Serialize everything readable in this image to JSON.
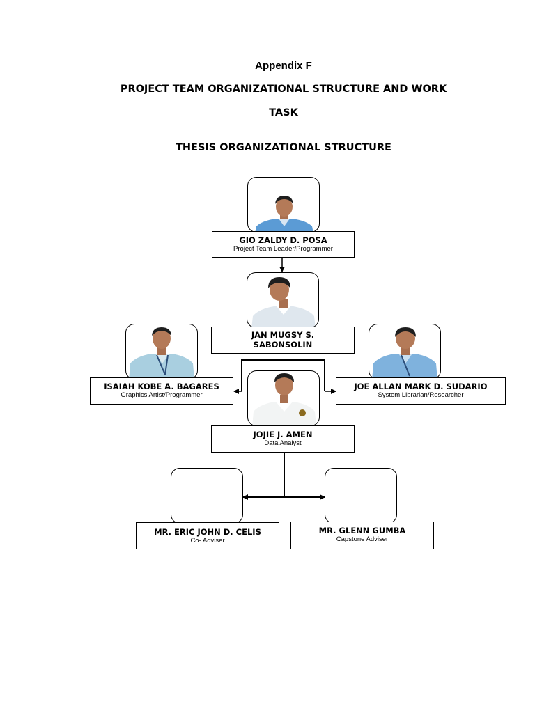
{
  "document": {
    "appendix": "Appendix F",
    "title_line1": "PROJECT TEAM ORGANIZATIONAL STRUCTURE AND WORK",
    "title_line2": "TASK",
    "section_title": "THESIS ORGANIZATIONAL STRUCTURE"
  },
  "members": {
    "posa": {
      "name": "GIO ZALDY D. POSA",
      "role": "Project Team Leader/Programmer"
    },
    "sabonsolin": {
      "name_line1": "JAN MUGSY S.",
      "name_line2": "SABONSOLIN"
    },
    "bagares": {
      "name": "ISAIAH KOBE A. BAGARES",
      "role": "Graphics Artist/Programmer"
    },
    "sudario": {
      "name": "JOE ALLAN MARK D. SUDARIO",
      "role": "System Librarian/Researcher"
    },
    "amen": {
      "name": "JOJIE J. AMEN",
      "role": "Data Analyst"
    },
    "celis": {
      "name": "MR. ERIC JOHN D. CELIS",
      "role": "Co- Adviser"
    },
    "gumba": {
      "name": "MR. GLENN GUMBA",
      "role": "Capstone Adviser"
    }
  },
  "colors": {
    "uniform_blue": "#5b9bd5",
    "uniform_white": "#f2f4f4",
    "hair": "#1e1e1e",
    "skin": "#b47a58"
  }
}
